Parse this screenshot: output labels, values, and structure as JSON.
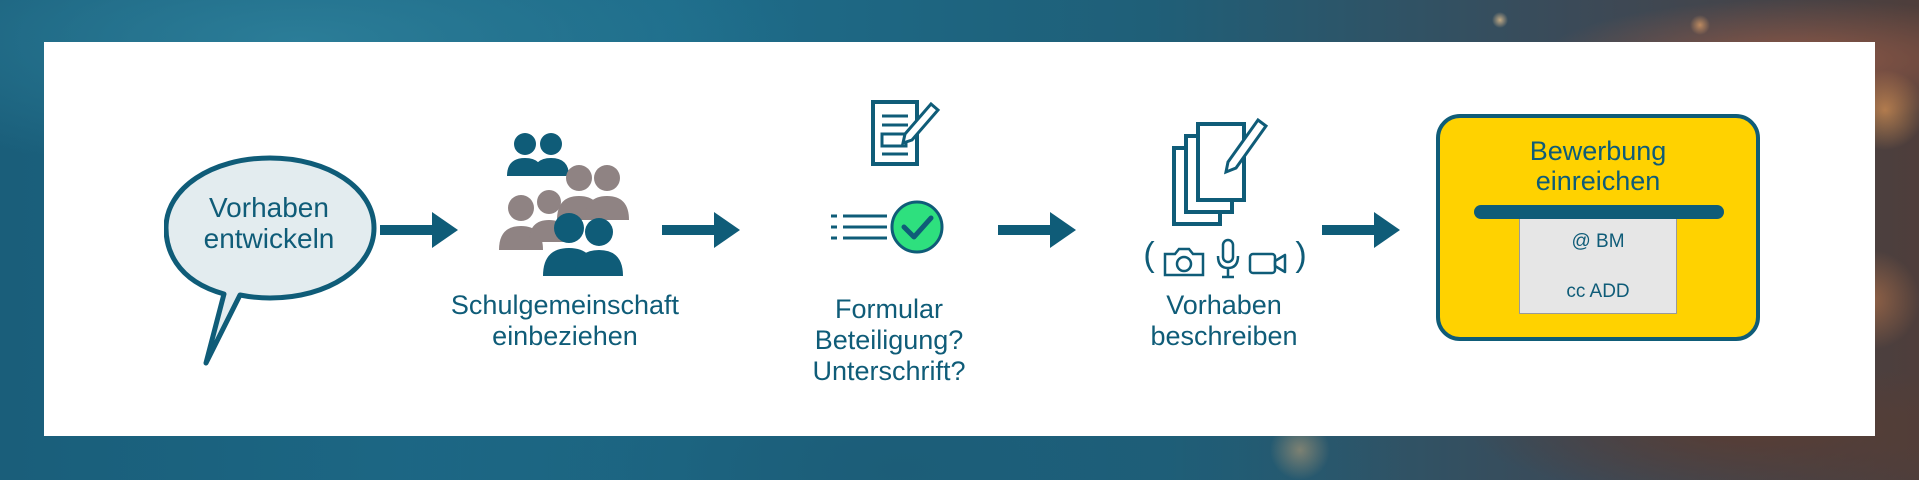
{
  "colors": {
    "primary": "#0f5c78",
    "accent": "#ffd200",
    "person_grey": "#8f8383",
    "check_green": "#2ee07e"
  },
  "steps": [
    {
      "label_line1": "Vorhaben",
      "label_line2": "entwickeln",
      "icon": "speech-bubble-icon"
    },
    {
      "label_line1": "Schulgemeinschaft",
      "label_line2": "einbeziehen",
      "icon": "people-group-icon"
    },
    {
      "label_line1": "Formular",
      "label_line2": "Beteiligung?",
      "label_line3": "Unterschrift?",
      "icon": "form-document-icon"
    },
    {
      "label_line1": "Vorhaben",
      "label_line2": "beschreiben",
      "media_open": "(",
      "media_close": ")",
      "icon": "documents-stack-icon"
    },
    {
      "title_line1": "Bewerbung",
      "title_line2": "einreichen",
      "mail_to": "@ BM",
      "mail_cc": "cc ADD",
      "icon": "mail-slot-icon"
    }
  ]
}
